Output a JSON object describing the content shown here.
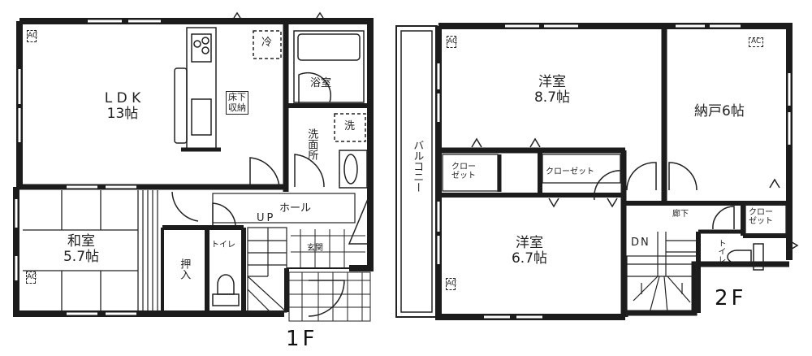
{
  "floors": [
    {
      "id": "1F",
      "label": "1F",
      "rooms": {
        "ldk": {
          "name": "L D K",
          "size": "13帖"
        },
        "washitsu": {
          "name": "和室",
          "size": "5.7帖"
        },
        "oshiire": {
          "name": "押入"
        },
        "toilet": {
          "name": "トイレ"
        },
        "hall": {
          "name": "ホール"
        },
        "up": {
          "name": "UP"
        },
        "genkan": {
          "name": "玄関"
        },
        "yukashita": {
          "line1": "床下",
          "line2": "収納"
        },
        "bath": {
          "name": "浴室"
        },
        "senmenjo": {
          "name": "洗面所"
        }
      },
      "symbols": {
        "fridge": "冷",
        "washer": "洗",
        "ac": "AC"
      }
    },
    {
      "id": "2F",
      "label": "2F",
      "rooms": {
        "yoshitsu1": {
          "name": "洋室",
          "size": "8.7帖"
        },
        "nando": {
          "name": "納戸6帖"
        },
        "yoshitsu2": {
          "name": "洋室",
          "size": "6.7帖"
        },
        "balcony": {
          "name": "バルコニー"
        },
        "closet_small": {
          "line1": "クロー",
          "line2": "ゼット"
        },
        "closet_wide": {
          "name": "クローゼット"
        },
        "closet_hall": {
          "line1": "クロー",
          "line2": "ゼット"
        },
        "corridor": {
          "name": "廊下"
        },
        "dn": {
          "name": "DN"
        },
        "toilet": {
          "name": "トイレ"
        }
      },
      "symbols": {
        "ac": "AC"
      }
    }
  ],
  "colors": {
    "wall": "#1c1c1c",
    "line": "#222222",
    "background": "#ffffff"
  }
}
